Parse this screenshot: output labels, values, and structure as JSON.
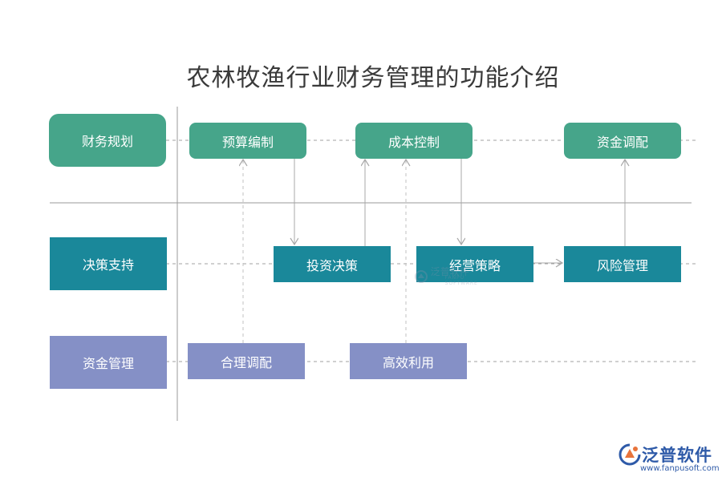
{
  "title": "农林牧渔行业财务管理的功能介绍",
  "rows": {
    "finance_planning": "财务规划",
    "decision_support": "决策支持",
    "fund_management": "资金管理"
  },
  "nodes": {
    "budget": "预算编制",
    "cost_control": "成本控制",
    "fund_allocation": "资金调配",
    "investment_decision": "投资决策",
    "business_strategy": "经营策略",
    "risk_management": "风险管理",
    "reasonable_allocation": "合理调配",
    "efficient_use": "高效利用"
  },
  "watermark": {
    "name": "泛普软件",
    "sub": "FANPU SOFTWARE"
  },
  "logo": {
    "name": "泛普软件",
    "url": "www.fanpusoft.com"
  },
  "colors": {
    "green": "#46a58a",
    "teal": "#1a889a",
    "purple": "#8590c6",
    "brand_blue": "#2e5aa8",
    "brand_orange": "#e8743b"
  }
}
